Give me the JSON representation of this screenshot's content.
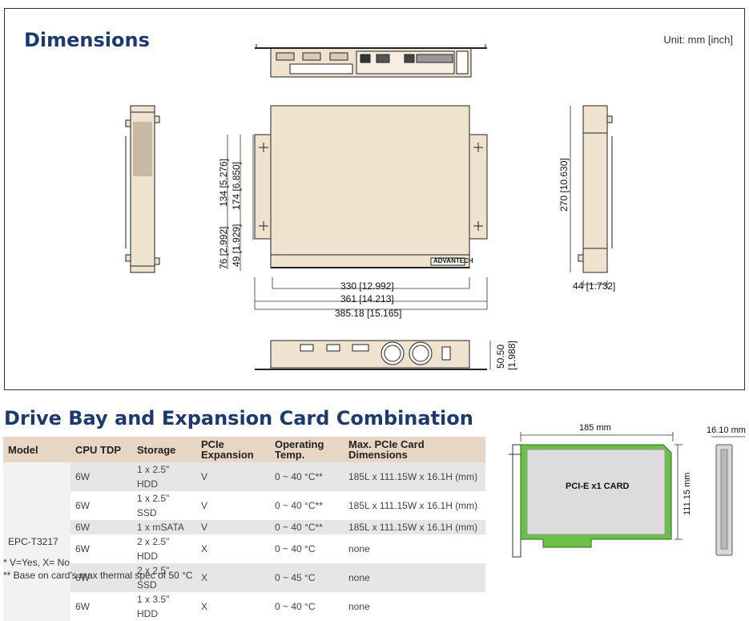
{
  "dimensions": {
    "title": "Dimensions",
    "unit": "Unit: mm [inch]",
    "labels": {
      "d134": "134 [5.276]",
      "d174": "174 [6.850]",
      "d76": "76 [2.992]",
      "d49": "49 [1.929]",
      "d330": "330 [12.992]",
      "d361": "361 [14.213]",
      "d385": "385.18 [15.165]",
      "d270": "270 [10.630]",
      "d44": "44 [1.732]",
      "d50": "50.50",
      "d50in": "[1.988]",
      "brand": "ADVANTECH"
    }
  },
  "combination": {
    "title": "Drive Bay and Expansion Card Combination",
    "headers": [
      "Model",
      "CPU TDP",
      "Storage",
      "PCIe Expansion",
      "Operating Temp.",
      "Max. PCIe Card Dimensions"
    ],
    "model": "EPC-T3217",
    "rows": [
      {
        "tdp": "6W",
        "storage": "1 x 2.5\" HDD",
        "pcie": "V",
        "temp": "0 ~ 40 °C**",
        "dims": "185L x 111.15W x 16.1H (mm)"
      },
      {
        "tdp": "6W",
        "storage": "1 x 2.5\" SSD",
        "pcie": "V",
        "temp": "0 ~ 40 °C**",
        "dims": "185L x 111.15W x 16.1H (mm)"
      },
      {
        "tdp": "6W",
        "storage": "1 x mSATA",
        "pcie": "V",
        "temp": "0 ~ 40 °C**",
        "dims": "185L x 111.15W x 16.1H (mm)"
      },
      {
        "tdp": "6W",
        "storage": "2 x 2.5\" HDD",
        "pcie": "X",
        "temp": "0 ~ 40 °C",
        "dims": "none"
      },
      {
        "tdp": "6W",
        "storage": "2 x 2.5\" SSD",
        "pcie": "X",
        "temp": "0 ~ 45 °C",
        "dims": "none"
      },
      {
        "tdp": "6W",
        "storage": "1 x 3.5\" HDD",
        "pcie": "X",
        "temp": "0 ~ 40 °C",
        "dims": "none"
      }
    ],
    "notes": [
      "* V=Yes, X= No",
      "** Base on card's max thermal spec of 50 °C"
    ]
  },
  "card": {
    "length": "185 mm",
    "height": "111.15 mm",
    "thickness": "16.10 mm",
    "label": "PCI-E x1 CARD"
  },
  "colors": {
    "title": "#1c3a6e",
    "header_bg": "#e6d6c3",
    "chassis": "#efe2cf",
    "pcb": "#6cc04a"
  }
}
